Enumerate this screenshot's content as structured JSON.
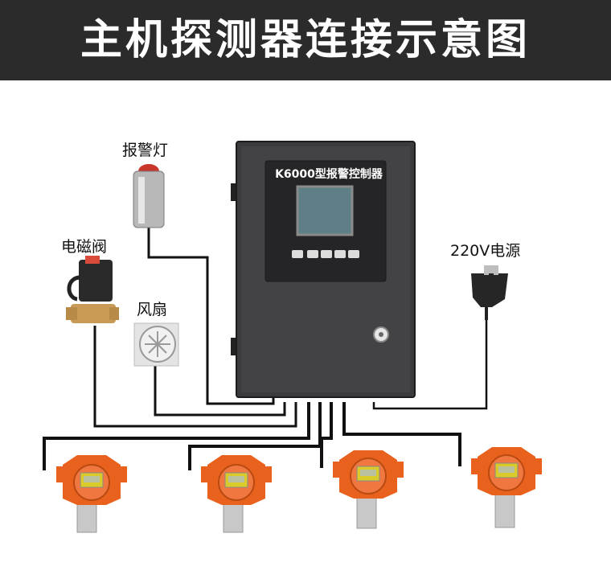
{
  "title": "主机探测器连接示意图",
  "controller": {
    "model_label": "K6000型报警控制器"
  },
  "components": {
    "alarm_light": "报警灯",
    "solenoid_valve": "电磁阀",
    "fan": "风扇",
    "power": "220V电源"
  },
  "colors": {
    "banner": "#2b2b2b",
    "controller_body": "#3a3a3c",
    "detector_orange": "#e8611d",
    "wire": "#111111"
  }
}
